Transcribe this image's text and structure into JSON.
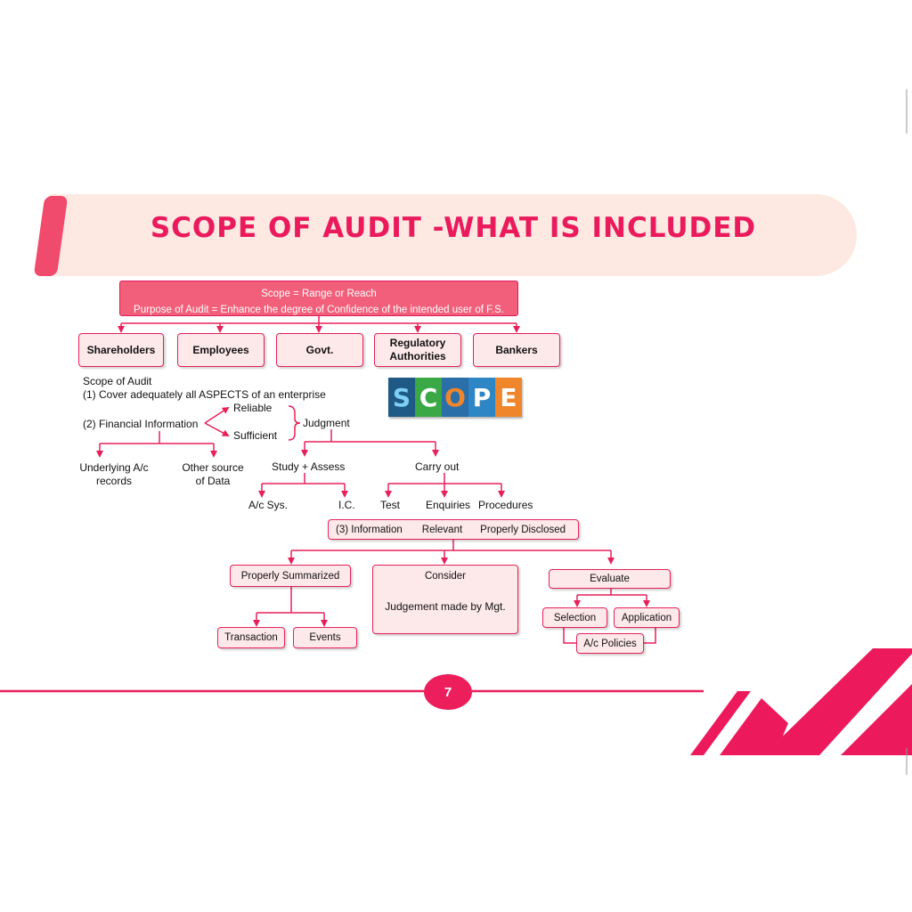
{
  "title": "SCOPE OF AUDIT -WHAT IS INCLUDED",
  "scope_box": {
    "line1": "Scope = Range or Reach",
    "line2": "Purpose of Audit = Enhance the degree of Confidence of the intended user of F.S."
  },
  "users": [
    "Shareholders",
    "Employees",
    "Govt.",
    "Regulatory Authorities",
    "Bankers"
  ],
  "scope_logo": {
    "letters": [
      "S",
      "C",
      "O",
      "P",
      "E"
    ],
    "tile_colors": [
      "#1f5a86",
      "#39a845",
      "#2a6fa8",
      "#2f86c5",
      "#f0862b"
    ],
    "letter_colors": [
      "#7fd0f5",
      "#ffffff",
      "#f0862b",
      "#ffffff",
      "#ffffff"
    ]
  },
  "scope_heading": "Scope of Audit",
  "point1": "(1) Cover adequately all ASPECTS of an enterprise",
  "point2": "(2) Financial Information",
  "reliable": "Reliable",
  "sufficient": "Sufficient",
  "judgment": "Judgment",
  "underlying": "Underlying A/c records",
  "other_source": "Other source of Data",
  "study_assess": "Study + Assess",
  "carry_out": "Carry out",
  "ac_sys": "A/c Sys.",
  "ic": "I.C.",
  "test": "Test",
  "enquiries": "Enquiries",
  "procedures": "Procedures",
  "point3": {
    "information": "(3) Information",
    "relevant": "Relevant",
    "properly_disclosed": "Properly Disclosed"
  },
  "properly_summarized": "Properly Summarized",
  "transaction": "Transaction",
  "events": "Events",
  "consider": "Consider",
  "judgement_mgt": "Judgement made by Mgt.",
  "evaluate": "Evaluate",
  "selection": "Selection",
  "application": "Application",
  "ac_policies": "A/c Policies",
  "page_number": "7",
  "colors": {
    "accent": "#ea1a5c",
    "banner": "#fde9e2",
    "box_fill": "#fde8ea",
    "scope_fill": "#f25f7a"
  }
}
